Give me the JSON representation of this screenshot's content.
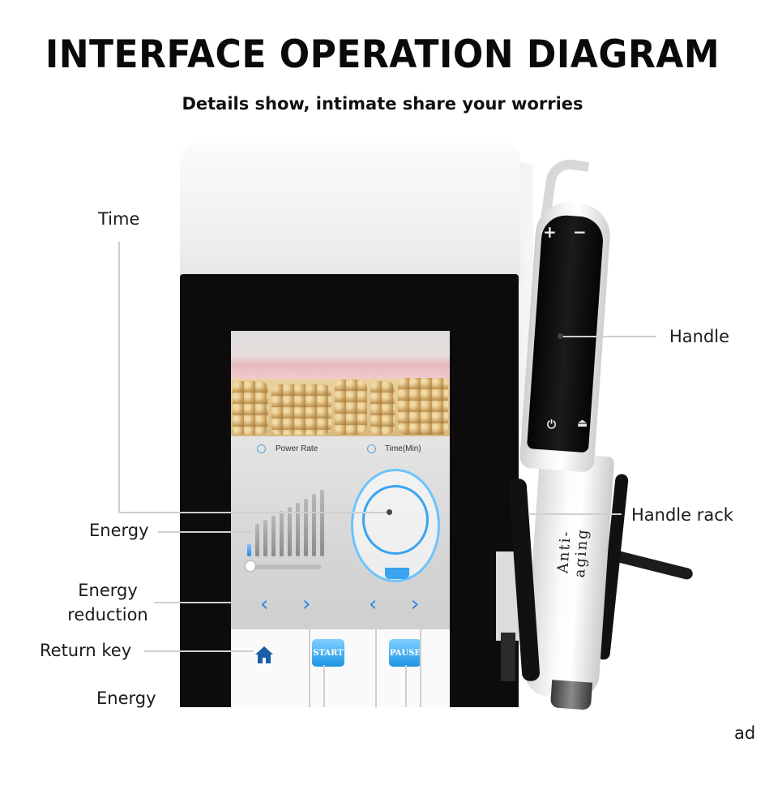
{
  "header": {
    "title": "INTERFACE OPERATION DIAGRAM",
    "subtitle": "Details show, intimate share your worries"
  },
  "labels": {
    "time": "Time",
    "handle": "Handle",
    "energy": "Energy",
    "handle_rack": "Handle rack",
    "energy_reduction_line1": "Energy",
    "energy_reduction_line2": "reduction",
    "return_key": "Return key",
    "energy_bottom": "Energy",
    "ad": "ad"
  },
  "screen": {
    "power_rate_label": "Power Rate",
    "time_label": "Time(Min)",
    "start_button": "START",
    "pause_button": "PAUSE",
    "energy_level": 0.2,
    "energy_bars": 10
  },
  "device": {
    "handle_text": "Anti-aging",
    "plus_symbol": "+",
    "minus_symbol": "−"
  },
  "colors": {
    "screen_accent": "#2a86e4",
    "device_body": "#0c0c0c"
  }
}
